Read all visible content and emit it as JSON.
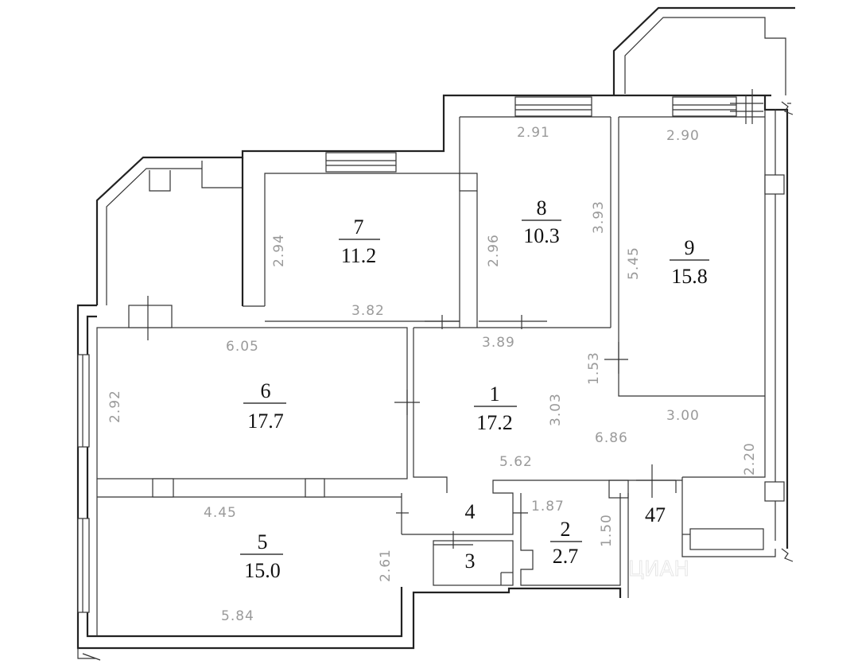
{
  "rooms": [
    {
      "number": "1",
      "area": "17.2"
    },
    {
      "number": "2",
      "area": "2.7"
    },
    {
      "number": "3"
    },
    {
      "number": "4"
    },
    {
      "number": "5",
      "area": "15.0"
    },
    {
      "number": "6",
      "area": "17.7"
    },
    {
      "number": "7",
      "area": "11.2"
    },
    {
      "number": "8",
      "area": "10.3"
    },
    {
      "number": "9",
      "area": "15.8"
    },
    {
      "number": "47"
    }
  ],
  "dimensions": {
    "d291": "2.91",
    "d290": "2.90",
    "d294": "2.94",
    "d296": "2.96",
    "d393": "3.93",
    "d545": "5.45",
    "d382": "3.82",
    "d389": "3.89",
    "d605": "6.05",
    "d153": "1.53",
    "d292": "2.92",
    "d303": "3.03",
    "d300": "3.00",
    "d686": "6.86",
    "d562": "5.62",
    "d220": "2.20",
    "d445": "4.45",
    "d187": "1.87",
    "d150": "1.50",
    "d261": "2.61",
    "d584": "5.84"
  }
}
